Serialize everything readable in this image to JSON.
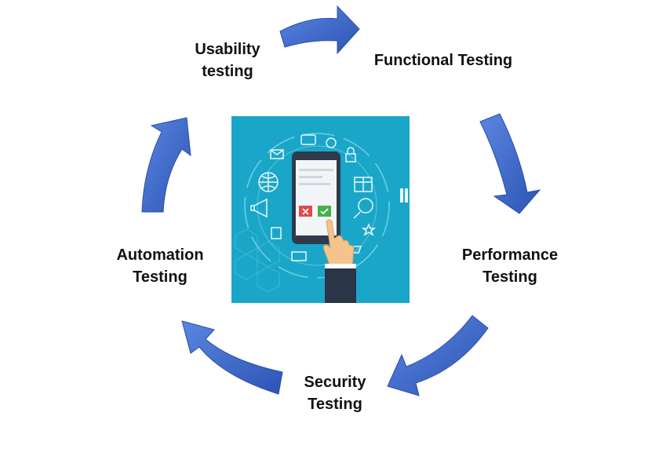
{
  "diagram": {
    "steps": [
      {
        "line1": "Usability",
        "line2": "testing"
      },
      {
        "line1": "Functional Testing",
        "line2": ""
      },
      {
        "line1": "Performance",
        "line2": "Testing"
      },
      {
        "line1": "Security",
        "line2": "Testing"
      },
      {
        "line1": "Automation",
        "line2": "Testing"
      }
    ],
    "arrow_color": "#3a63c7",
    "arrow_edge_color": "#2a4fa8"
  },
  "illustration": {
    "background_color": "#1aa6c8",
    "icons": [
      "phone-icon",
      "hand-pointer-icon",
      "globe-icon",
      "megaphone-icon",
      "gift-icon",
      "magnifier-icon",
      "lock-icon",
      "chat-icon",
      "mail-icon",
      "play-icon",
      "cart-icon",
      "bag-icon",
      "card-icon",
      "star-icon",
      "cross-mark-icon",
      "check-mark-icon"
    ]
  }
}
